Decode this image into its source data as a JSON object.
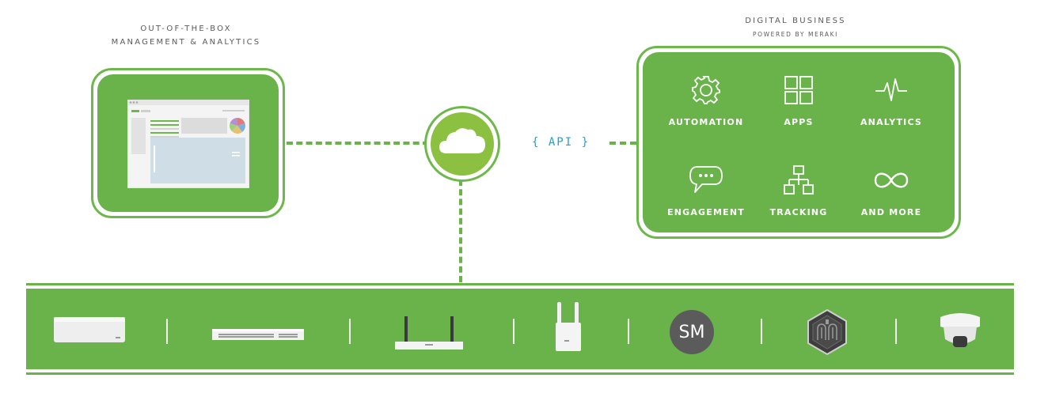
{
  "left_caption": {
    "line1": "OUT-OF-THE-BOX",
    "line2": "MANAGEMENT & ANALYTICS"
  },
  "right_caption": {
    "line1": "DIGITAL BUSINESS",
    "line2": "POWERED BY MERAKI"
  },
  "api_label": "{ API }",
  "features": [
    {
      "label": "AUTOMATION",
      "icon": "gear-icon"
    },
    {
      "label": "APPS",
      "icon": "apps-grid-icon"
    },
    {
      "label": "ANALYTICS",
      "icon": "pulse-icon"
    },
    {
      "label": "ENGAGEMENT",
      "icon": "chat-bubble-icon"
    },
    {
      "label": "TRACKING",
      "icon": "org-chart-icon"
    },
    {
      "label": "AND MORE",
      "icon": "infinity-icon"
    }
  ],
  "devices": [
    {
      "icon": "access-point-icon"
    },
    {
      "icon": "switch-icon"
    },
    {
      "icon": "security-appliance-icon"
    },
    {
      "icon": "cellular-gateway-icon"
    },
    {
      "icon": "systems-manager-icon",
      "label": "SM"
    },
    {
      "icon": "sensor-hexagon-icon"
    },
    {
      "icon": "camera-icon"
    }
  ],
  "colors": {
    "green": "#69b34a",
    "cloud_green": "#8cc040",
    "api_blue": "#2b9cc8"
  }
}
